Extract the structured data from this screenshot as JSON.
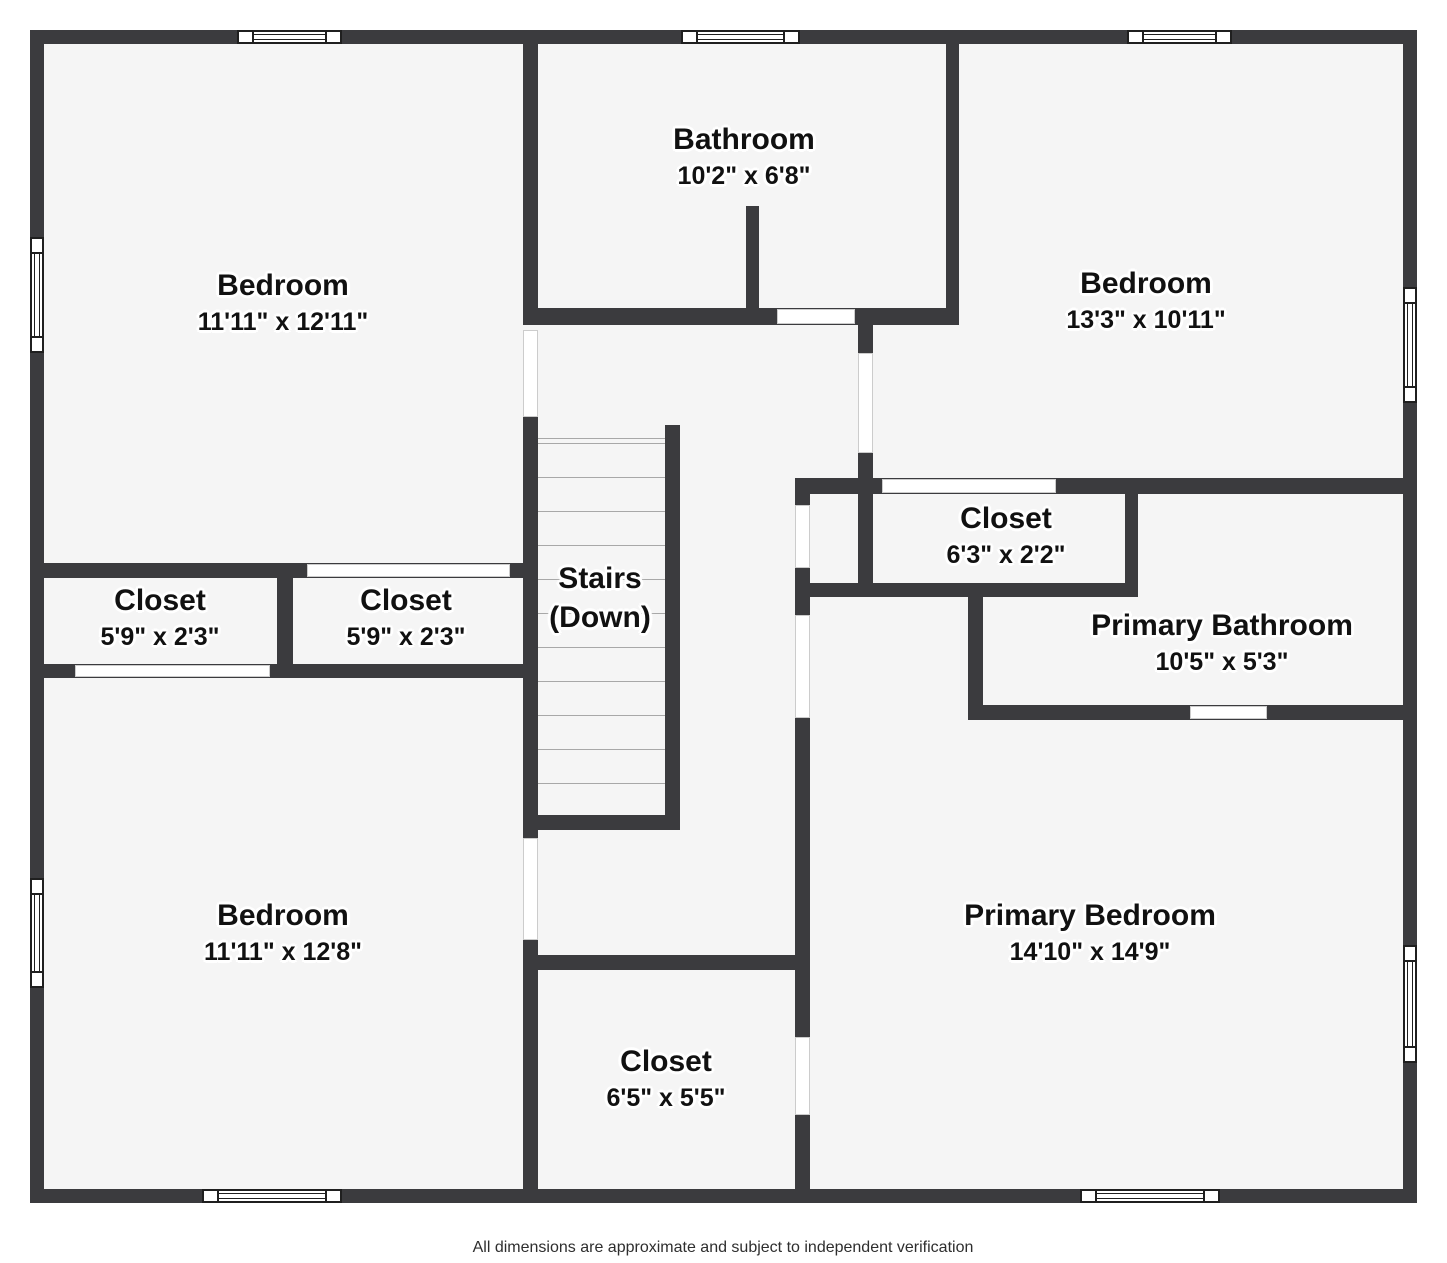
{
  "colors": {
    "wall": "#3b3b3e",
    "floor": "#f5f5f5",
    "background": "#ffffff"
  },
  "rooms": [
    {
      "id": "bedroom-top-left",
      "name": "Bedroom",
      "dims": "11'11\" x 12'11\""
    },
    {
      "id": "bathroom",
      "name": "Bathroom",
      "dims": "10'2\" x 6'8\""
    },
    {
      "id": "bedroom-top-right",
      "name": "Bedroom",
      "dims": "13'3\" x 10'11\""
    },
    {
      "id": "closet-left",
      "name": "Closet",
      "dims": "5'9\" x 2'3\""
    },
    {
      "id": "closet-middle",
      "name": "Closet",
      "dims": "5'9\" x 2'3\""
    },
    {
      "id": "stairs",
      "name": "Stairs",
      "dims": "(Down)"
    },
    {
      "id": "closet-right",
      "name": "Closet",
      "dims": "6'3\" x 2'2\""
    },
    {
      "id": "primary-bathroom",
      "name": "Primary Bathroom",
      "dims": "10'5\" x 5'3\""
    },
    {
      "id": "bedroom-bottom-left",
      "name": "Bedroom",
      "dims": "11'11\" x 12'8\""
    },
    {
      "id": "primary-bedroom",
      "name": "Primary Bedroom",
      "dims": "14'10\" x 14'9\""
    },
    {
      "id": "closet-bottom",
      "name": "Closet",
      "dims": "6'5\" x 5'5\""
    }
  ],
  "footer": {
    "note": "All dimensions are approximate and subject to independent verification"
  }
}
